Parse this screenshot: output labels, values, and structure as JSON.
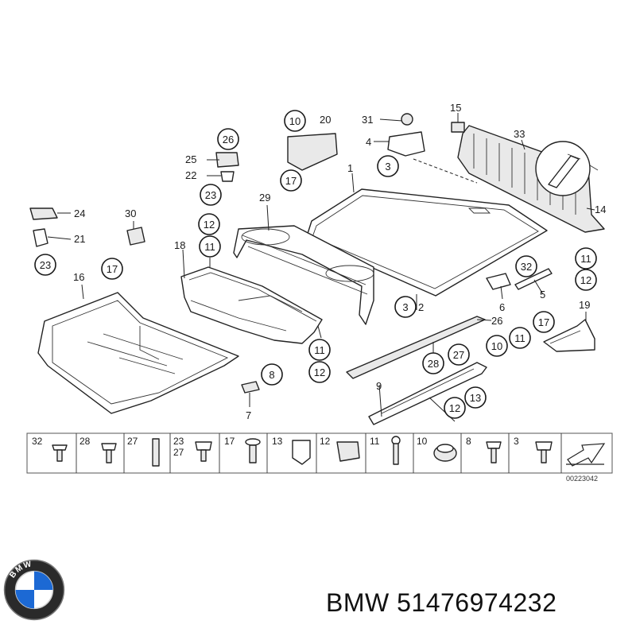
{
  "diagram": {
    "callouts": {
      "c1": "1",
      "c2": "2",
      "c3a": "3",
      "c3b": "3",
      "c4": "4",
      "c5": "5",
      "c6": "6",
      "c7": "7",
      "c8": "8",
      "c9": "9",
      "c10a": "10",
      "c10b": "10",
      "c11a": "11",
      "c11b": "11",
      "c11c": "11",
      "c11d": "11",
      "c12a": "12",
      "c12b": "12",
      "c12c": "12",
      "c12d": "12",
      "c13": "13",
      "c14": "14",
      "c15": "15",
      "c16": "16",
      "c17a": "17",
      "c17b": "17",
      "c17c": "17",
      "c18": "18",
      "c19": "19",
      "c20": "20",
      "c21": "21",
      "c22": "22",
      "c23a": "23",
      "c23b": "23",
      "c24": "24",
      "c25": "25",
      "c26a": "26",
      "c26b": "26",
      "c27": "27",
      "c28": "28",
      "c29": "29",
      "c30": "30",
      "c31": "31",
      "c32": "32",
      "c33": "33"
    },
    "fastener_strip": {
      "s1": "32",
      "s2": "28",
      "s3": "27",
      "s4a": "23",
      "s4b": "27",
      "s5": "17",
      "s6": "13",
      "s7": "12",
      "s8": "11",
      "s9": "10",
      "s10": "8",
      "s11": "3"
    },
    "doc_number": "00223042"
  },
  "caption": {
    "brand": "BMW",
    "part_number": "51476974232"
  },
  "colors": {
    "line": "#1a1a1a",
    "logo_blue": "#1c69d4",
    "logo_ring": "#111111"
  },
  "icons": {
    "brand_logo": "bmw-roundel-icon",
    "arrow": "direction-arrow-icon"
  }
}
